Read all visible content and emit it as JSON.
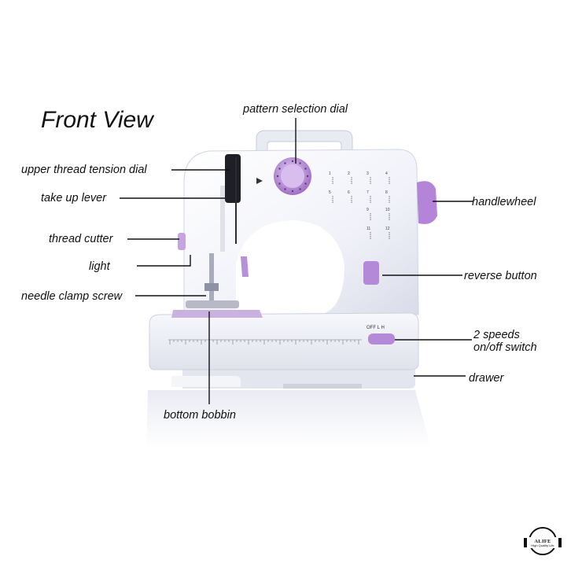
{
  "title": "Front View",
  "labels": {
    "pattern_dial": "pattern selection dial",
    "upper_thread": "upper thread tension dial",
    "take_up": "take up lever",
    "thread_cutter": "thread cutter",
    "light": "light",
    "needle_clamp": "needle clamp screw",
    "handwheel": "handlewheel",
    "reverse": "reverse button",
    "speeds_line1": "2 speeds",
    "speeds_line2": "on/off switch",
    "drawer": "drawer",
    "bobbin": "bottom bobbin"
  },
  "machine": {
    "switch_marks": "OFF  L  H",
    "stitch_numbers": [
      "1",
      "2",
      "3",
      "4",
      "5",
      "6",
      "7",
      "8",
      "9",
      "10",
      "11",
      "12"
    ]
  },
  "logo": {
    "brand": "ALIFE",
    "tagline": "High Quality Life"
  },
  "colors": {
    "accent": "#b58ad6",
    "body": "#f3f4fa",
    "shadow": "#dcdfea",
    "line": "#111111"
  }
}
